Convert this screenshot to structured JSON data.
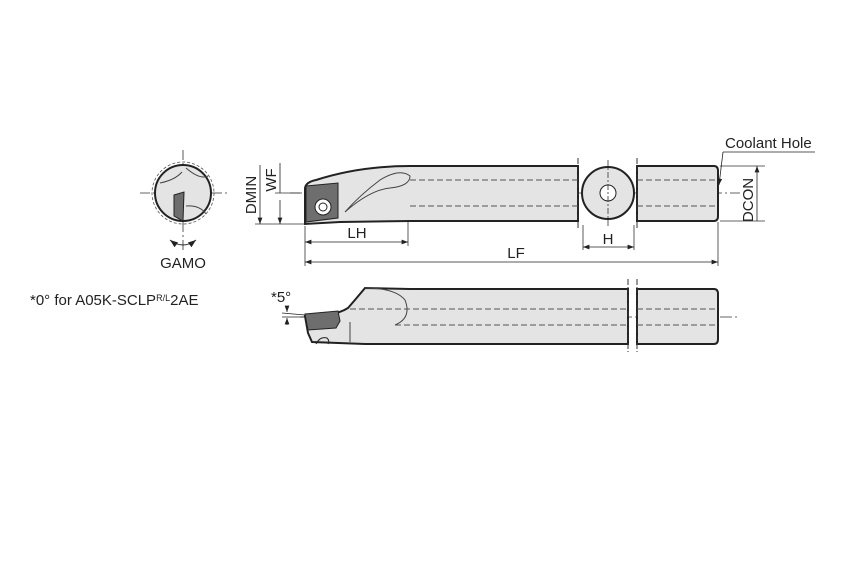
{
  "labels": {
    "dmin": "DMIN",
    "wf": "WF",
    "lh": "LH",
    "lf": "LF",
    "h": "H",
    "dcon": "DCON",
    "coolant_hole": "Coolant Hole",
    "gamo": "GAMO",
    "angle": "*5°"
  },
  "note": {
    "prefix": "*0° for A05K-SCLP",
    "hand_r": "R",
    "hand_l": "L",
    "suffix": "2AE"
  },
  "colors": {
    "body_fill": "#e4e4e4",
    "insert_fill": "#6e6e6e",
    "outline": "#222222"
  }
}
